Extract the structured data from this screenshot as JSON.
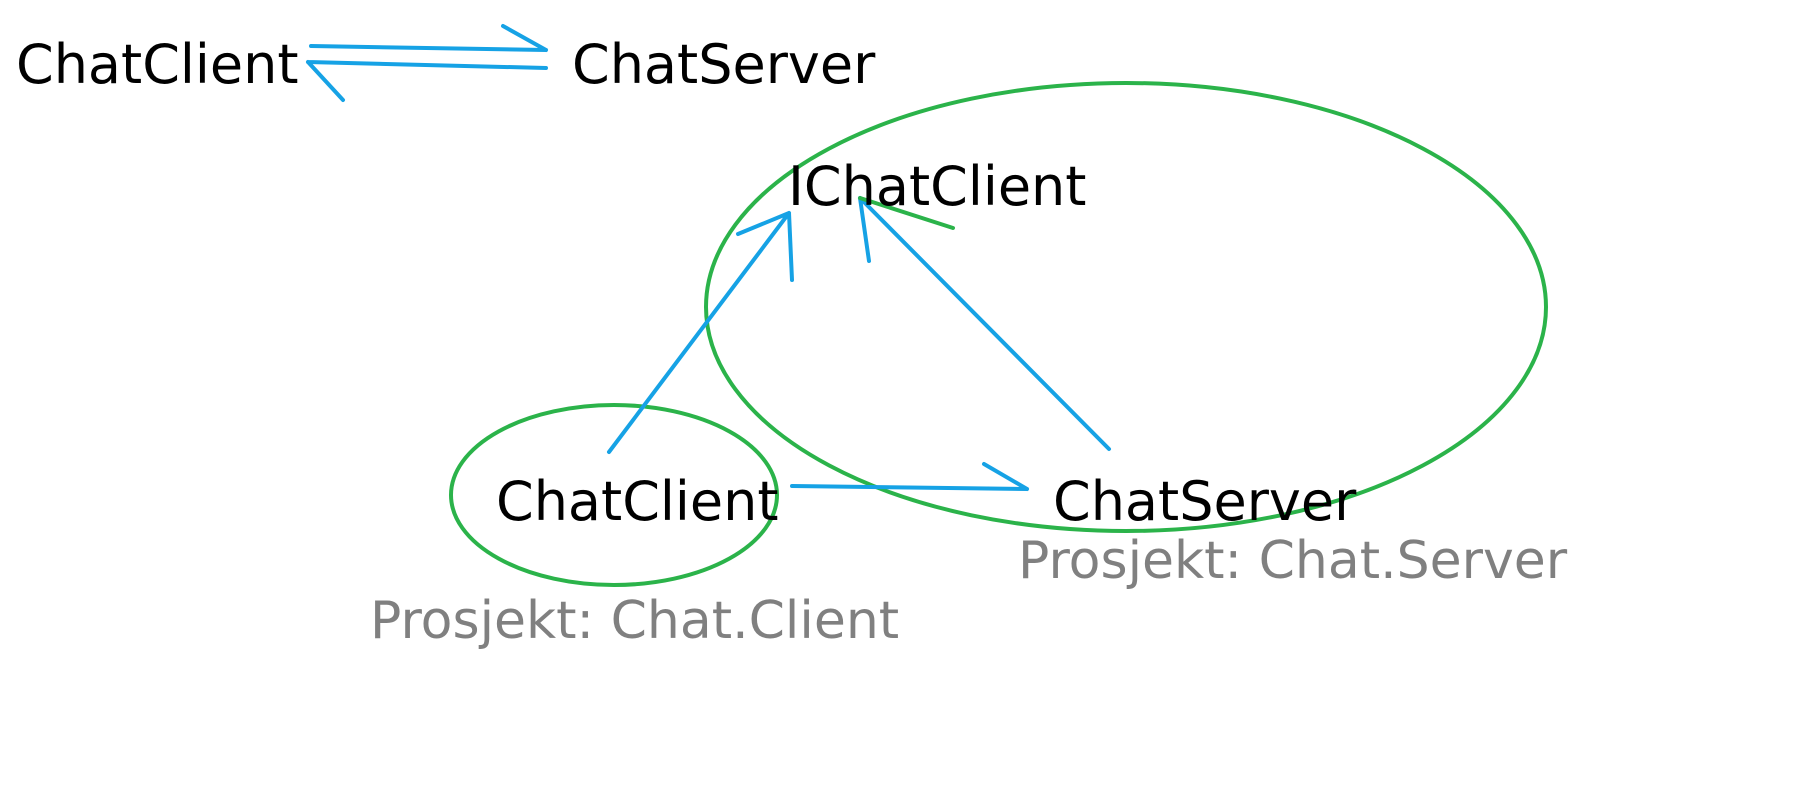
{
  "labels": {
    "top_client": "ChatClient",
    "top_server": "ChatServer",
    "interface": "IChatClient",
    "client": "ChatClient",
    "server": "ChatServer",
    "project_server": "Prosjekt: Chat.Server",
    "project_client": "Prosjekt: Chat.Client"
  },
  "colors": {
    "text": "#000000",
    "project_text": "#808080",
    "arrow": "#16a2e5",
    "ellipse": "#2bb34a"
  }
}
